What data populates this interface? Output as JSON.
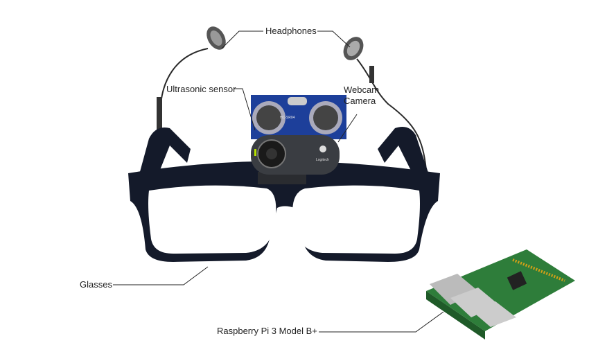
{
  "labels": {
    "headphones": "Headphones",
    "ultrasonic": "Ultrasonic sensor",
    "webcam_line1": "Webcam",
    "webcam_line2": "Camera",
    "glasses": "Glasses",
    "raspberry": "Raspberry Pi 3 Model B+"
  },
  "device_marks": {
    "sensor_model": "HC-SR04",
    "webcam_brand": "Logitech"
  },
  "colors": {
    "frame": "#141a2a",
    "sensor_board": "#1d3f9a",
    "webcam": "#3a3d42",
    "pcb": "#2e7d3a",
    "leader_line": "#222222"
  }
}
